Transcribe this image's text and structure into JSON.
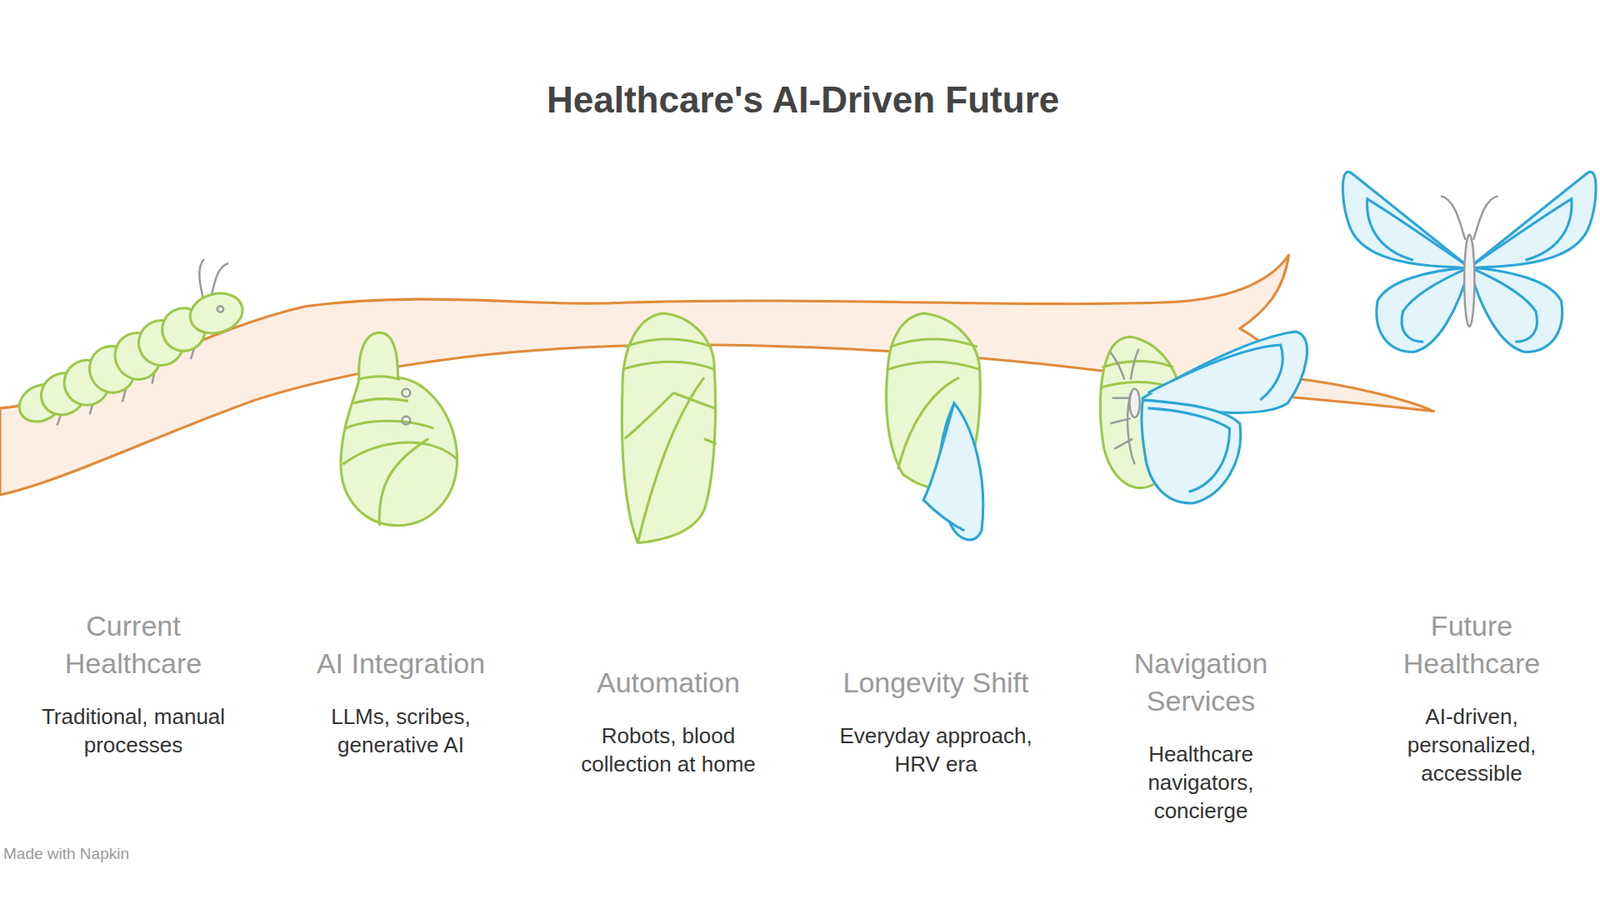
{
  "diagram": {
    "title": "Healthcare's AI-Driven Future",
    "labels": [
      "Current Healthcare",
      "Traditional, manual processes",
      "AI Integration",
      "LLMs, scribes, generative AI",
      "Automation",
      "Robots, blood collection at home",
      "Longevity Shift",
      "Everyday approach, HRV era",
      "Navigation Services",
      "Healthcare navigators, concierge",
      "Future Healthcare",
      "AI-driven, personalized, accessible",
      "Made with Napkin"
    ]
  }
}
